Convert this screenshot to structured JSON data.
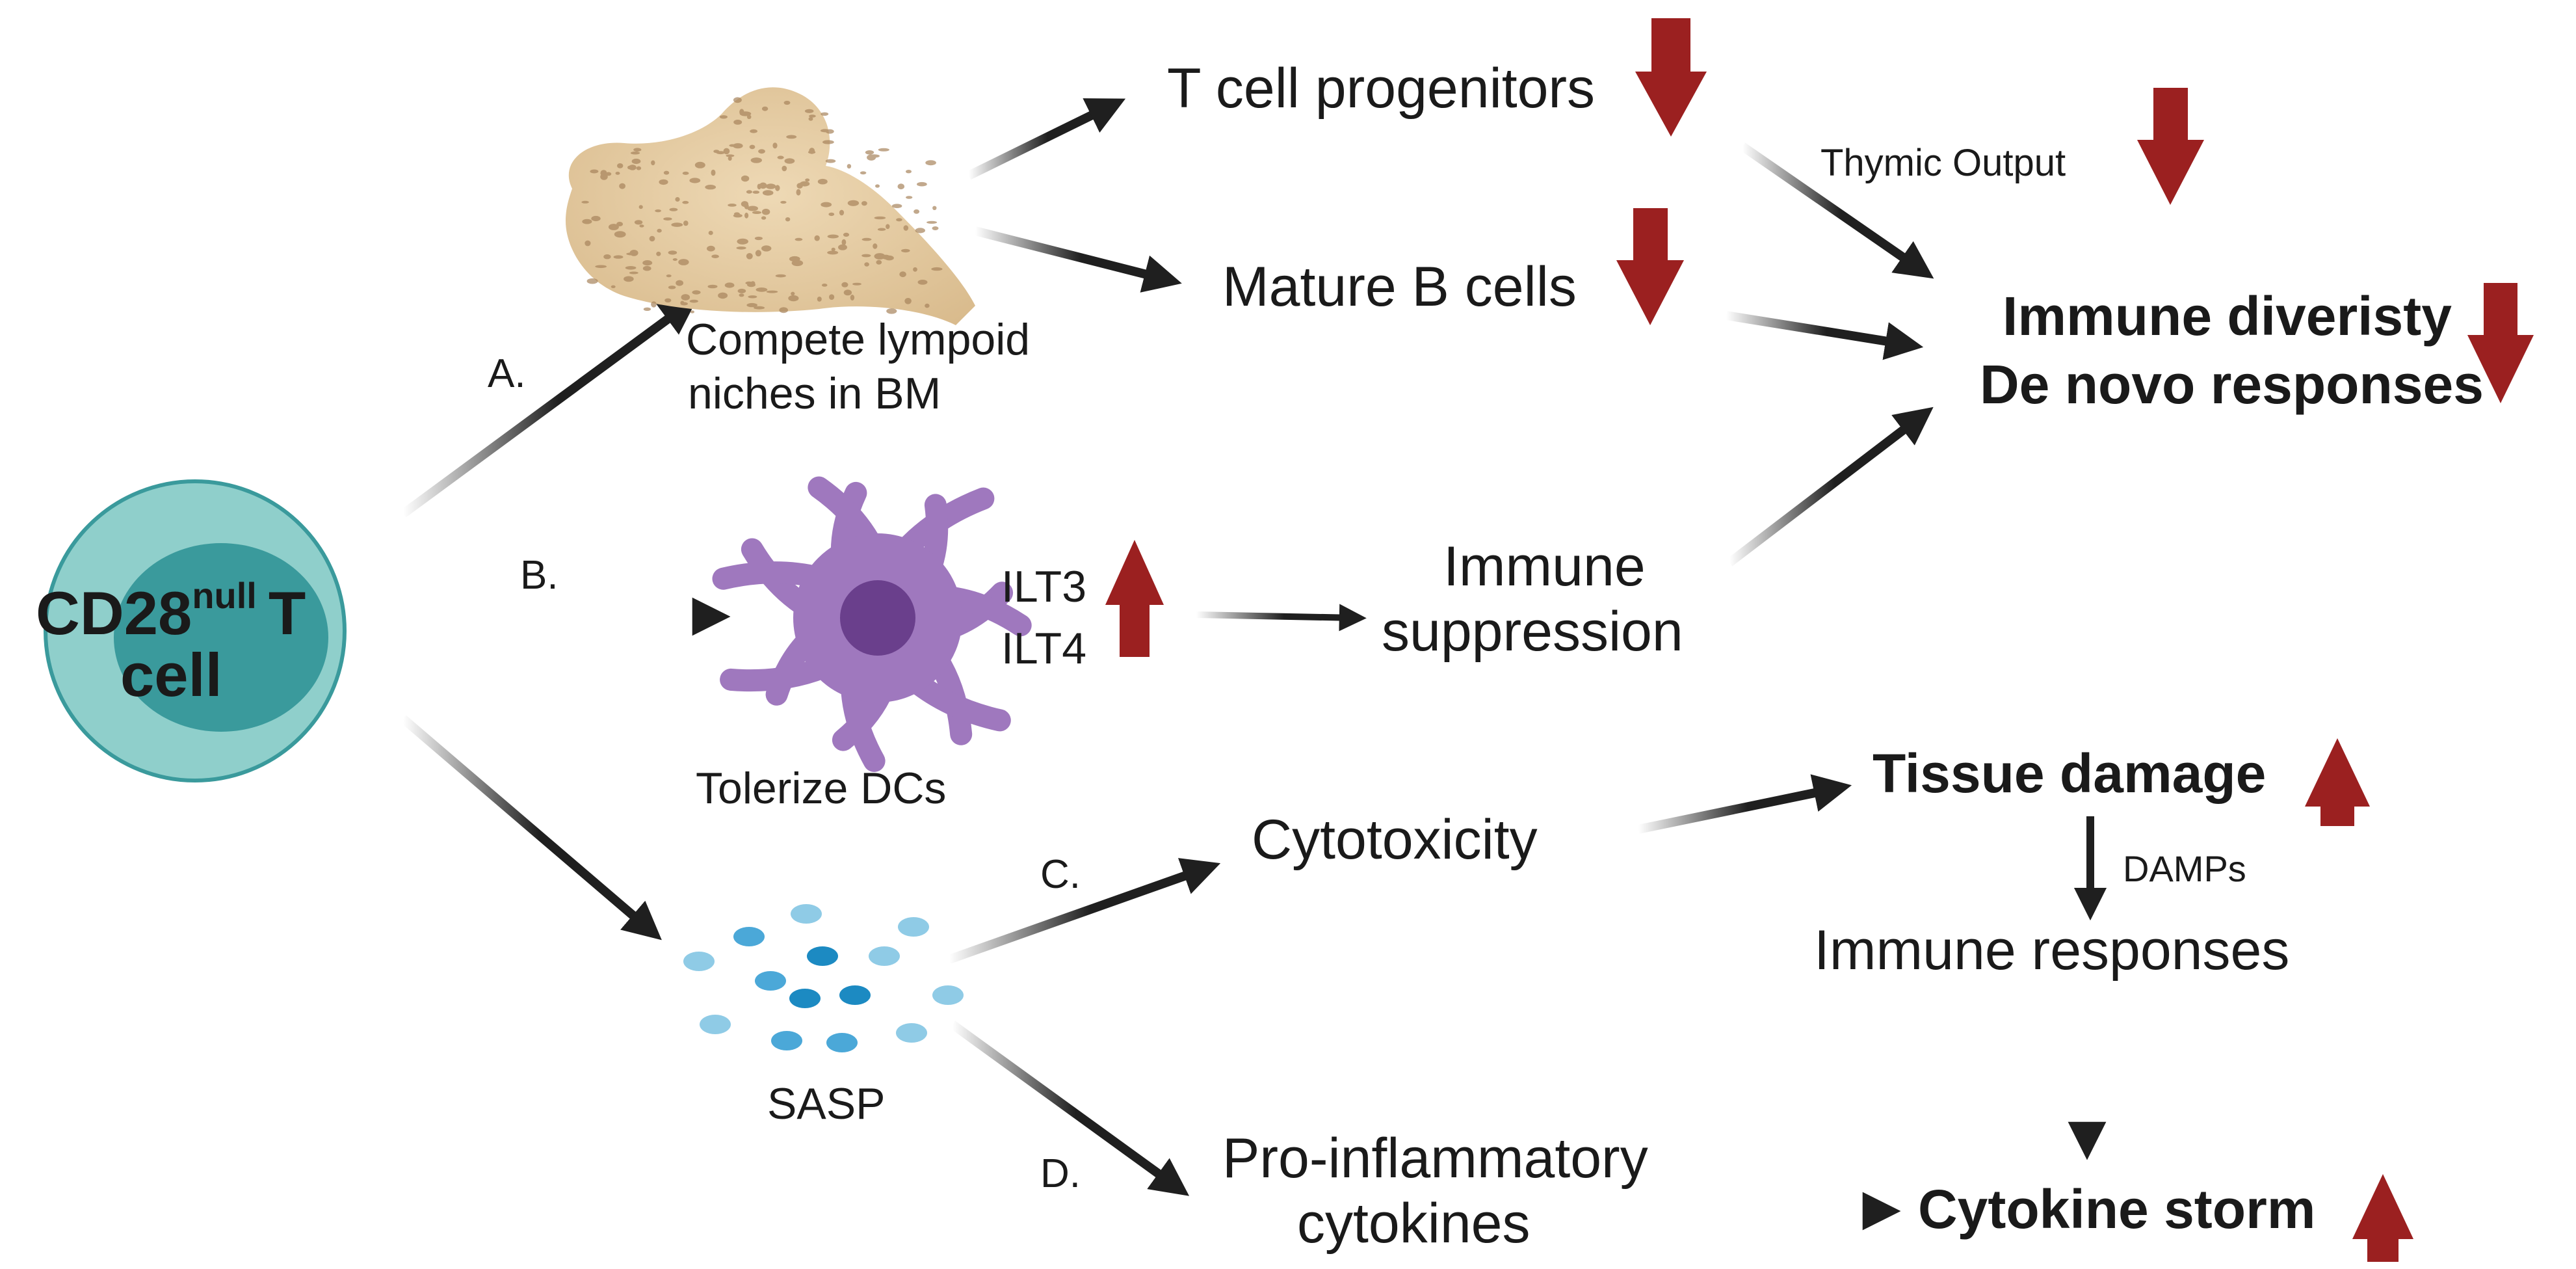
{
  "cell": {
    "label_main": "CD28",
    "label_sup": "null",
    "label_t": "T",
    "label_line2": "cell"
  },
  "branches": {
    "a": "A.",
    "b": "B.",
    "c": "C.",
    "d": "D."
  },
  "bone": {
    "line1": "Compete lympoid",
    "line2": "niches in BM"
  },
  "dc": {
    "caption": "Tolerize DCs",
    "ilt3": "ILT3",
    "ilt4": "ILT4"
  },
  "sasp": {
    "caption": "SASP"
  },
  "nodes": {
    "t_progenitors": "T cell progenitors",
    "mature_b": "Mature B cells",
    "thymic_output": "Thymic Output",
    "immune_diversity": "Immune diveristy",
    "de_novo": "De novo responses",
    "immune_suppression_1": "Immune",
    "immune_suppression_2": "suppression",
    "cytotoxicity": "Cytotoxicity",
    "tissue_damage": "Tissue damage",
    "damps": "DAMPs",
    "immune_responses": "Immune responses",
    "proinflam_1": "Pro-inflammatory",
    "proinflam_2": "cytokines",
    "cytokine_storm": "Cytokine storm"
  },
  "colors": {
    "arrow_dark": "#1f1f1f",
    "indicator_red": "#9b2020",
    "cell_outer": "#8fcfcb",
    "cell_inner": "#3a9a9c",
    "bone": "#e6cfa8",
    "bone_speckle": "#a8845c",
    "dc_body": "#9f78be",
    "dc_nucleus": "#6a3f8c",
    "sasp_light": "#88c8e6",
    "sasp_dark": "#1c8ac2"
  }
}
